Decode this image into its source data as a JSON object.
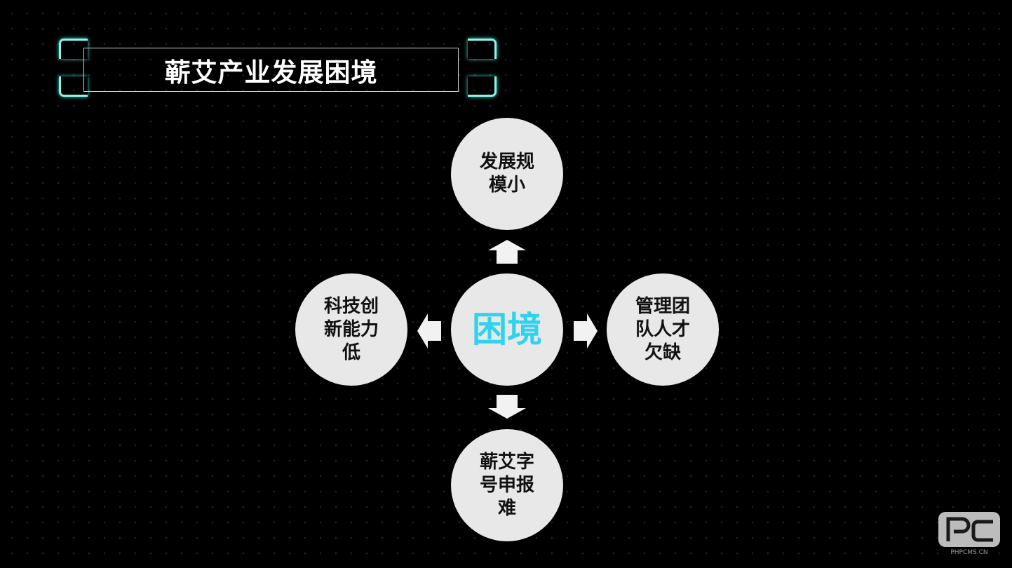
{
  "title": "蕲艾产业发展困境",
  "center": {
    "label": "困境"
  },
  "nodes": {
    "top": "发展规模小",
    "right": "管理团队人才欠缺",
    "bottom": "蕲艾字号申报难",
    "left": "科技创新能力低"
  },
  "watermark": {
    "text": "PHPCMS.CN"
  },
  "colors": {
    "background": "#000000",
    "frame_accent": "#8ff3e6",
    "node_fill": "#e8e8e8",
    "center_text": "#2fd3ee",
    "arrow_fill": "#f2f2f2"
  }
}
